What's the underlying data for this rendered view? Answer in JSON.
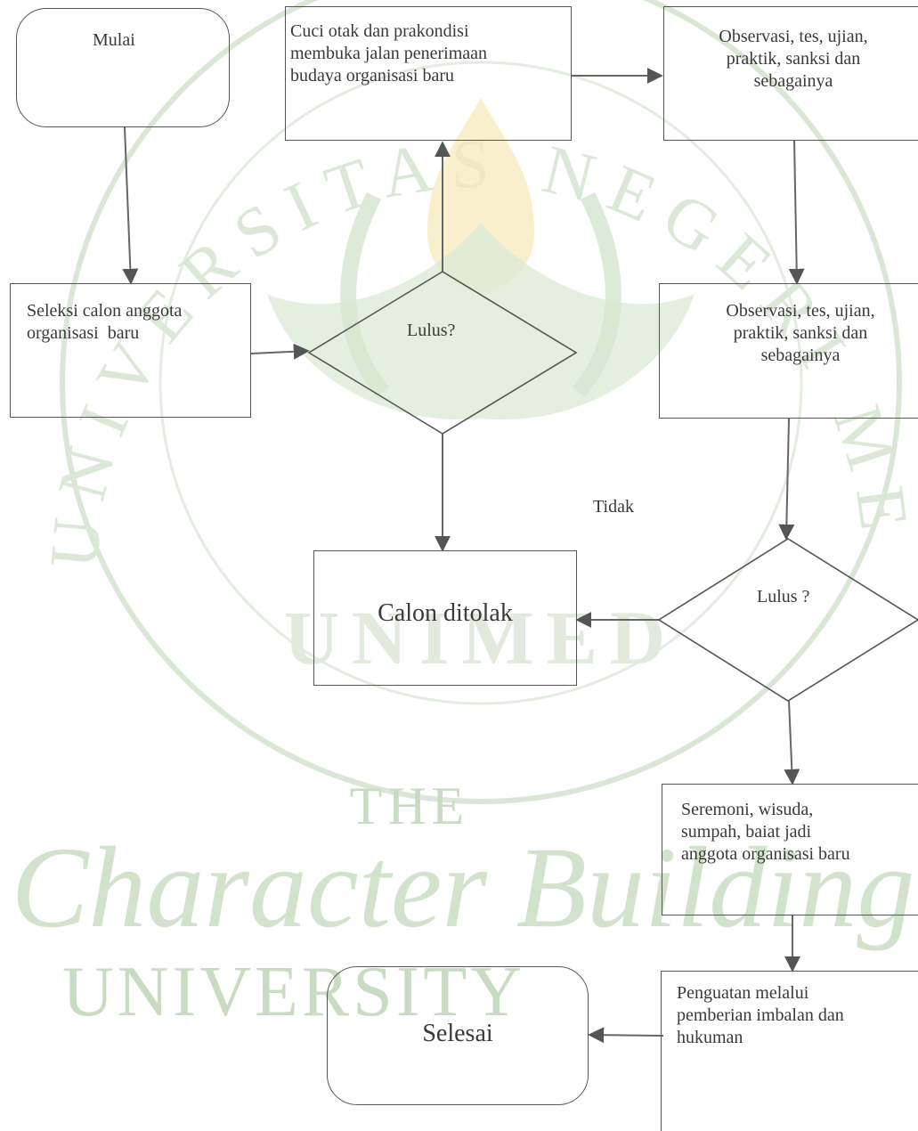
{
  "nodes": {
    "start": "Mulai",
    "indoctrination": "Cuci otak dan prakondisi\nmembuka jalan penerimaan\nbudaya organisasi baru",
    "observation_1": "Observasi, tes, ujian,\npraktik, sanksi dan\nsebagainya",
    "selection": "Seleksi calon anggota\norganisasi  baru",
    "decision_1": "Lulus?",
    "observation_2": "Observasi, tes, ujian,\npraktik, sanksi dan\nsebagainya",
    "rejected": "Calon ditolak",
    "decision_2": "Lulus ?",
    "ceremony": "Seremoni, wisuda,\nsumpah, baiat jadi\nanggota organisasi baru",
    "reinforcement": "Penguatan melalui\npemberian imbalan dan\nhukuman",
    "end": "Selesai"
  },
  "edge_labels": {
    "no": "Tidak"
  },
  "watermark": {
    "line1": "THE",
    "line2": "Character Building",
    "line3": "UNIVERSITY",
    "seal_text": "UNIVERSITAS NEGERI MEDAN",
    "seal_short": "UNIMED"
  },
  "colors": {
    "line": "#555555",
    "text": "#3a3a3a",
    "watermark_green": "#c9dcc3",
    "watermark_yellow": "#f5e9b8"
  }
}
